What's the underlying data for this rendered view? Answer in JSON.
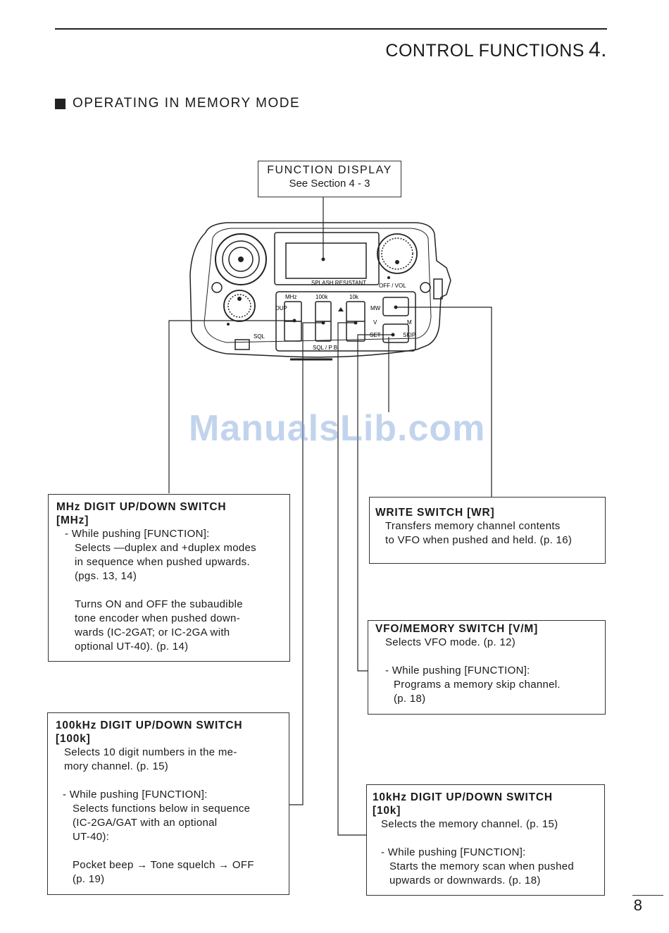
{
  "header": {
    "title": "CONTROL FUNCTIONS",
    "number": "4."
  },
  "section_title": "OPERATING IN MEMORY MODE",
  "function_display": {
    "title": "FUNCTION DISPLAY",
    "subtitle": "See Section 4 - 3"
  },
  "radio_labels": {
    "splash": "SPLASH RESISTANT",
    "off_vol": "OFF / VOL",
    "mhz": "MHz",
    "k100": "100k",
    "k10": "10k",
    "dup": "DUP",
    "sql": "SQL",
    "sql_pb": "SQL / P B",
    "mw": "MW",
    "v": "V",
    "m": "M",
    "set": "SET",
    "skip": "SKIP"
  },
  "watermark": "ManualsLib.com",
  "boxes": {
    "mhz": {
      "title_line1": "MHz DIGIT UP/DOWN SWITCH",
      "title_line2": "[MHz]",
      "l1": "- While pushing [FUNCTION]:",
      "l2": "Selects —duplex and +duplex modes",
      "l3": "in sequence when pushed upwards.",
      "l4": "(pgs. 13, 14)",
      "l5": "Turns ON and OFF the subaudible",
      "l6": "tone encoder when pushed down-",
      "l7": "wards (IC-2GAT; or IC-2GA with",
      "l8": "optional UT-40). (p. 14)"
    },
    "k100": {
      "title_line1": "100kHz DIGIT UP/DOWN SWITCH",
      "title_line2": "[100k]",
      "l1": "Selects 10 digit numbers in the me-",
      "l2": "mory channel. (p. 15)",
      "l3": "- While pushing [FUNCTION]:",
      "l4": "Selects functions below in sequence",
      "l5": "(IC-2GA/GAT with an optional",
      "l6": "UT-40):",
      "l7": "Pocket beep → Tone squelch → OFF",
      "l8": "(p. 19)"
    },
    "write": {
      "title": "WRITE SWITCH [WR]",
      "l1": "Transfers memory channel contents",
      "l2": "to VFO when pushed and held. (p. 16)"
    },
    "vfo": {
      "title": "VFO/MEMORY SWITCH [V/M]",
      "l1": "Selects VFO mode. (p. 12)",
      "l2": "- While pushing [FUNCTION]:",
      "l3": "Programs a memory skip channel.",
      "l4": "(p. 18)"
    },
    "k10": {
      "title_line1": "10kHz DIGIT UP/DOWN SWITCH",
      "title_line2": "[10k]",
      "l1": "Selects the memory channel. (p. 15)",
      "l2": "- While pushing [FUNCTION]:",
      "l3": "Starts the memory scan when pushed",
      "l4": "upwards or downwards. (p. 18)"
    }
  },
  "page_number": "8"
}
